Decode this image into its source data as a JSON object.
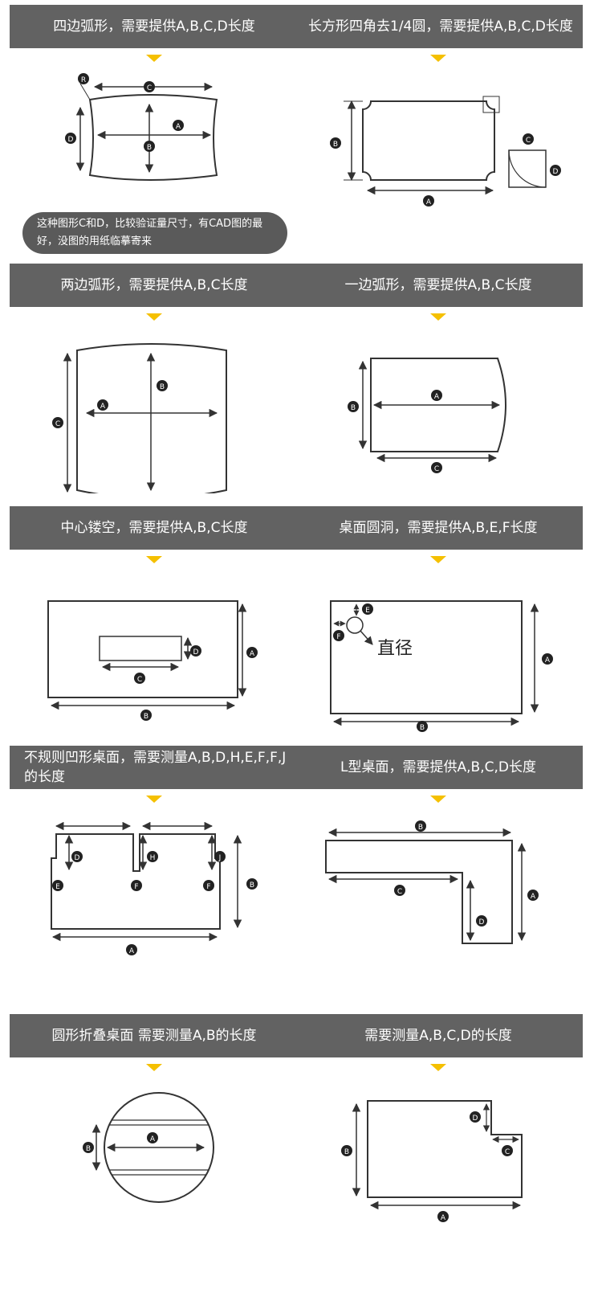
{
  "panels": [
    {
      "title": "四边弧形，需要提供A,B,C,D长度"
    },
    {
      "title": "长方形四角去1/4圆，需要提供A,B,C,D长度"
    },
    {
      "title": "两边弧形，需要提供A,B,C长度"
    },
    {
      "title": "一边弧形，需要提供A,B,C长度"
    },
    {
      "title": "中心镂空，需要提供A,B,C长度"
    },
    {
      "title": "桌面圆洞，需要提供A,B,E,F长度"
    },
    {
      "title": "不规则凹形桌面，需要测量A,B,D,H,E,F,F,J的长度"
    },
    {
      "title": "L型桌面，需要提供A,B,C,D长度"
    },
    {
      "title": "圆形折叠桌面 需要测量A,B的长度"
    },
    {
      "title": "需要测量A,B,C,D的长度"
    }
  ],
  "note": "这种图形C和D，比较验证量尺寸，有CAD图的最好，没图的用纸临摹寄来",
  "labels": {
    "a": "A",
    "b": "B",
    "c": "C",
    "d": "D",
    "e": "E",
    "f": "F",
    "h": "H",
    "j": "J",
    "r": "R",
    "diameter": "直径"
  },
  "colors": {
    "header_bg": "#626262",
    "pointer": "#f5c000",
    "line": "#333333"
  }
}
